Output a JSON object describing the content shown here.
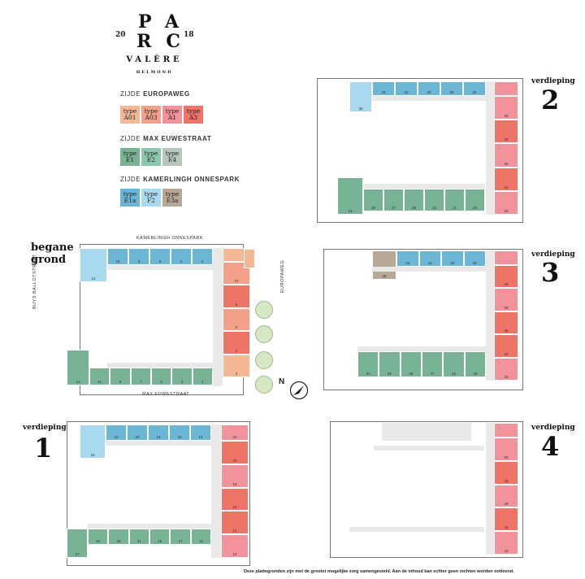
{
  "logo": {
    "line1": "PA",
    "line2": "RC",
    "year_left": "20",
    "year_right": "18",
    "line3": "VALÈRE",
    "line4": "HELMOND"
  },
  "legend": {
    "group1": {
      "prefix": "ZIJDE",
      "name": "EUROPAWEG",
      "types": [
        {
          "w": "type",
          "c": "A01",
          "color": "#f4b894"
        },
        {
          "w": "type",
          "c": "A03",
          "color": "#f3a18b"
        },
        {
          "w": "type",
          "c": "A1",
          "color": "#f2929a"
        },
        {
          "w": "type",
          "c": "A3",
          "color": "#ef7468"
        }
      ]
    },
    "group2": {
      "prefix": "ZIJDE",
      "name": "MAX EUWESTRAAT",
      "types": [
        {
          "w": "type",
          "c": "E1",
          "color": "#78b396"
        },
        {
          "w": "type",
          "c": "E2",
          "color": "#8dc6ae"
        },
        {
          "w": "type",
          "c": "E4",
          "color": "#b8c6bd"
        }
      ]
    },
    "group3": {
      "prefix": "ZIJDE",
      "name": "KAMERLINGH ONNESPARK",
      "types": [
        {
          "w": "type",
          "c": "E1a",
          "color": "#6bb6d4"
        },
        {
          "w": "type",
          "c": "F2",
          "color": "#a9d9ef"
        },
        {
          "w": "type",
          "c": "E3a",
          "color": "#b8a896"
        }
      ]
    }
  },
  "labels": {
    "begane_line1": "begane",
    "begane_line2": "grond",
    "verd": "verdieping",
    "n1": "1",
    "n2": "2",
    "n3": "3",
    "n4": "4"
  },
  "streets": {
    "north": "KAMERLINGH ONNESPARK",
    "south": "MAX EUWESTRAAT",
    "west": "BUYS BALLOTSTRAAT",
    "east": "EUROPAWEG",
    "compass": "N"
  },
  "units": {
    "g_top": [
      "10",
      "8",
      "6",
      "4",
      "2"
    ],
    "g_top_left": "12",
    "g_bottom": [
      "11",
      "9",
      "7",
      "5",
      "3",
      "1"
    ],
    "g_bottom_left": "13",
    "g_right": [
      "10",
      "8",
      "6",
      "4",
      "2"
    ],
    "f1_top": [
      "22",
      "20",
      "18",
      "16",
      "14"
    ],
    "f1_top_left": "24",
    "f1_bottom": [
      "25",
      "23",
      "21",
      "19",
      "17",
      "15"
    ],
    "f1_bottom_left": "27",
    "f1_right": [
      "20",
      "18",
      "16",
      "14",
      "12"
    ],
    "f2_top": [
      "34",
      "32",
      "30",
      "28",
      "26"
    ],
    "f2_top_left": "36",
    "f2_bottom": [
      "39",
      "37",
      "35",
      "33",
      "31",
      "29"
    ],
    "f2_bottom_left": "41",
    "f2_right": [
      "30",
      "28",
      "26",
      "24",
      "22"
    ],
    "f3_top": [
      "44",
      "42",
      "40",
      "38"
    ],
    "f3_top_left": "46",
    "f3_bottom": [
      "53",
      "51",
      "49",
      "47",
      "45",
      "43"
    ],
    "f3_right": [
      "40",
      "38",
      "36",
      "34",
      "32"
    ],
    "f4_right": [
      "50",
      "48",
      "46",
      "44",
      "42"
    ]
  },
  "note": "Deze plattegronden zijn met de grootst mogelijke zorg samengesteld. Aan de inhoud kan echter geen rechten worden ontleend."
}
